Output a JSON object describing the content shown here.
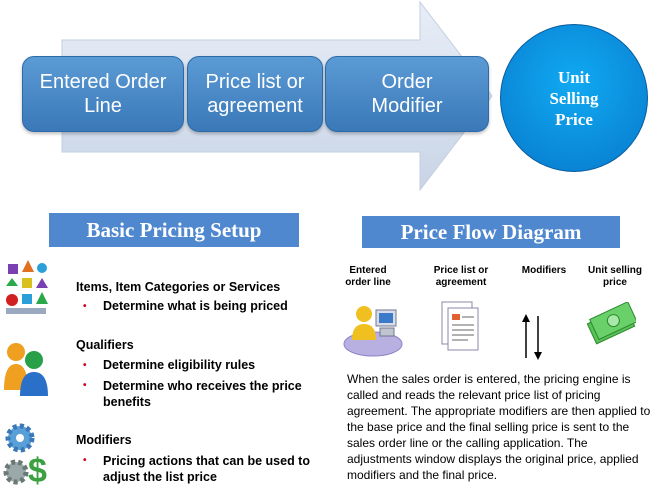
{
  "flow": {
    "stages": [
      {
        "label": "Entered Order Line"
      },
      {
        "label": "Price list or agreement"
      },
      {
        "label": "Order Modifier"
      }
    ],
    "result": "Unit Selling Price"
  },
  "setup": {
    "banner": "Basic Pricing Setup",
    "sections": [
      {
        "title": "Items, Item Categories or Services",
        "bullets": [
          "Determine what is being priced"
        ]
      },
      {
        "title": "Qualifiers",
        "bullets": [
          "Determine eligibility rules",
          "Determine who receives the price benefits"
        ]
      },
      {
        "title": "Modifiers",
        "bullets": [
          "Pricing actions that can be used to adjust the list price"
        ]
      }
    ]
  },
  "priceflow": {
    "banner": "Price Flow Diagram",
    "headers": [
      "Entered order line",
      "Price list or agreement",
      "Modifiers",
      "Unit selling price"
    ],
    "description": "When the sales order is entered, the pricing engine is called and reads the relevant price list of pricing agreement. The appropriate modifiers are then applied to the base price and the final selling price is sent to the sales order line or the calling application. The adjustments window displays the original price, applied modifiers and the final price."
  },
  "colors": {
    "stage": "#4a89c8",
    "circle": "#0a8fe0",
    "banner": "#4f88cf",
    "bullet": "#d0021b"
  }
}
